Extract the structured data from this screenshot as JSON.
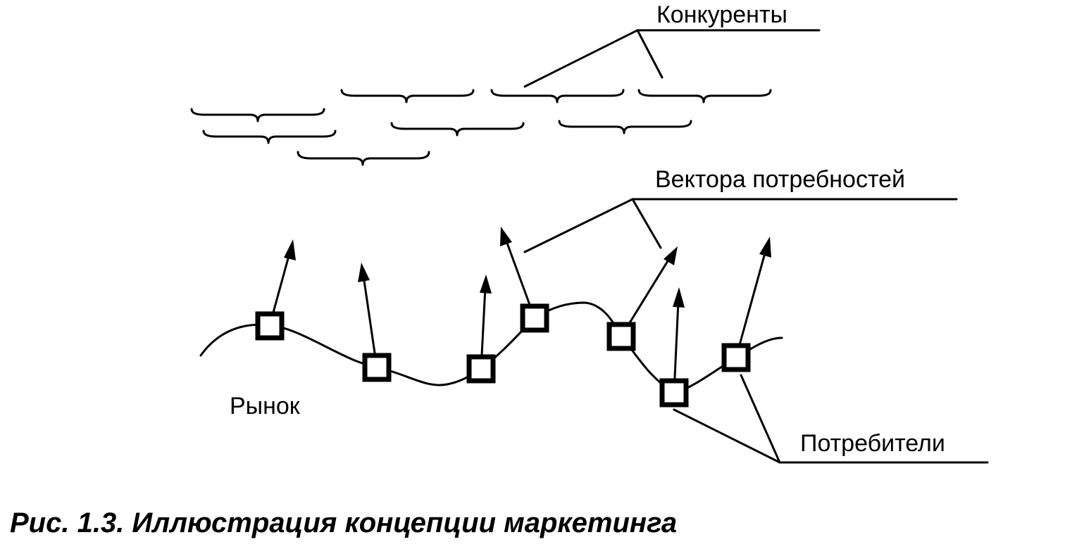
{
  "labels": {
    "competitors": "Конкуренты",
    "need_vectors": "Вектора потребностей",
    "market": "Рынок",
    "consumers": "Потребители"
  },
  "caption": "Рис. 1.3. Иллюстрация концепции маркетинга"
}
